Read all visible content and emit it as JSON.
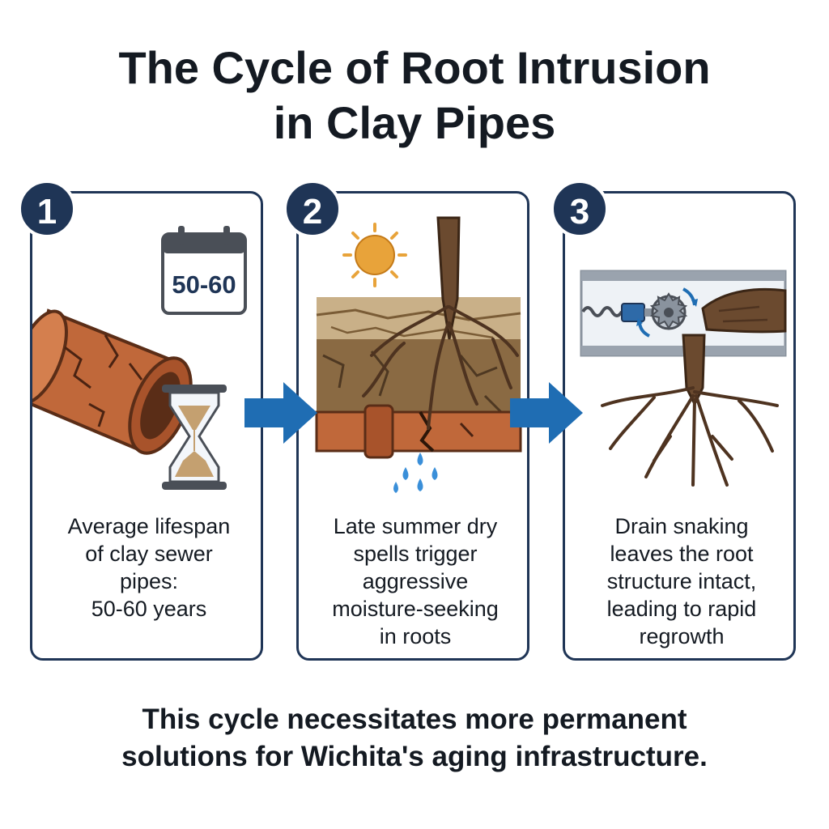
{
  "title": {
    "line1": "The Cycle of Root Intrusion",
    "line2": "in Clay Pipes"
  },
  "steps": [
    {
      "number": "1",
      "calendar_text": "50-60",
      "caption_lines": [
        "Average lifespan",
        "of clay sewer",
        "pipes:",
        "50-60 years"
      ],
      "icons": [
        "calendar-icon",
        "clay-pipe-icon",
        "hourglass-icon"
      ]
    },
    {
      "number": "2",
      "caption_lines": [
        "Late summer dry",
        "spells trigger",
        "aggressive",
        "moisture-seeking",
        "in roots"
      ],
      "icons": [
        "sun-icon",
        "tree-root-icon",
        "cracked-soil-icon",
        "water-drop-icon"
      ]
    },
    {
      "number": "3",
      "caption_lines": [
        "Drain snaking",
        "leaves the root",
        "structure intact,",
        "leading to rapid",
        "regrowth"
      ],
      "icons": [
        "drain-snake-icon",
        "cut-root-icon"
      ]
    }
  ],
  "footer": {
    "line1": "This cycle necessitates more permanent",
    "line2": "solutions for Wichita's aging infrastructure."
  },
  "colors": {
    "navy": "#1f3556",
    "arrow_blue": "#1f6db3",
    "clay": "#c0683a",
    "root": "#6b4a2f",
    "soil": "#8a6a43",
    "sun": "#e8a33a",
    "water": "#3a8fd9"
  }
}
